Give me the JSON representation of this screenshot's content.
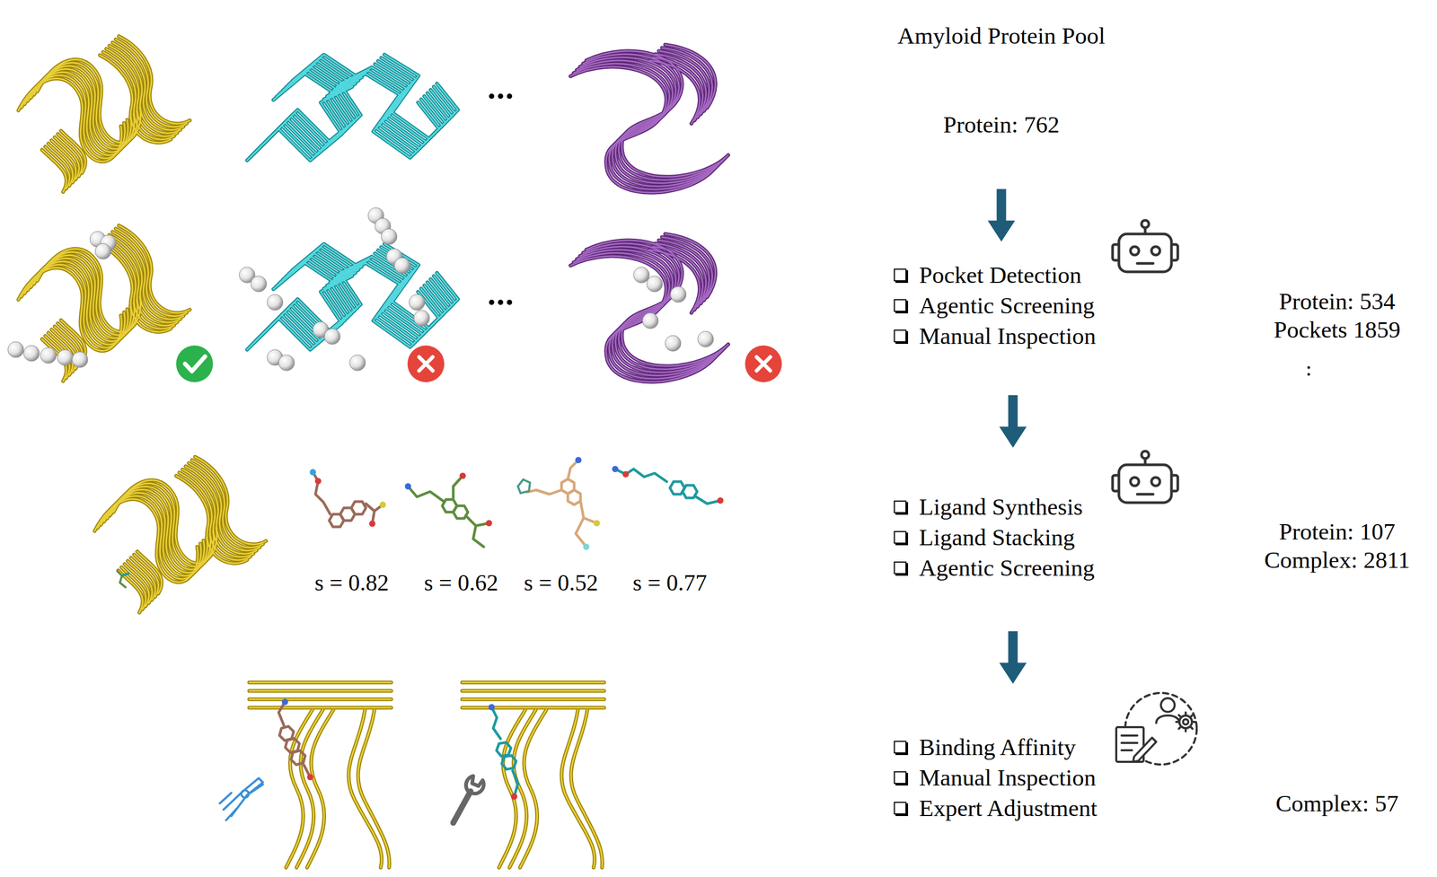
{
  "diagram": {
    "nodes": [
      {
        "text": [
          "Amyloid Protein Pool",
          "Protein: 762"
        ]
      },
      {
        "text": [
          "Pocket Detection",
          "Agentic Screening",
          "Manual Inspection"
        ]
      },
      {
        "text": [
          "Protein: 534",
          "Pockets 1859"
        ]
      },
      {
        "text": [
          "Ligand Synthesis",
          "Ligand Stacking",
          "Agentic Screening"
        ]
      },
      {
        "text": [
          "Protein: 107",
          "Complex: 2811"
        ]
      },
      {
        "text": [
          "Binding Affinity",
          "Manual Inspection",
          "Expert Adjustment"
        ]
      },
      {
        "text": [
          "Complex: 57"
        ]
      }
    ],
    "edges": [
      {
        "from": 0,
        "to": 1,
        "arrow": "to"
      },
      {
        "from": 1,
        "to": 3,
        "arrow": "to"
      },
      {
        "from": 3,
        "to": 5,
        "arrow": "to"
      }
    ],
    "labels": [
      "s = 0.82",
      "s = 0.62",
      "s = 0.52",
      "s = 0.77"
    ]
  }
}
